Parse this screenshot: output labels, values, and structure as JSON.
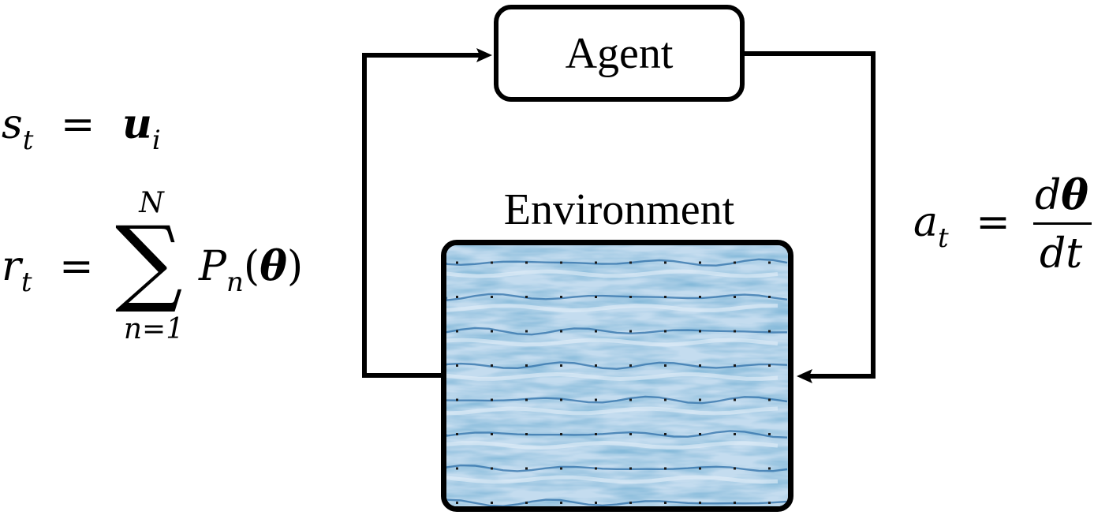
{
  "agent": {
    "label": "Agent"
  },
  "environment": {
    "title": "Environment"
  },
  "state_eq": {
    "lhs": "s",
    "lhs_sub": "t",
    "eq": "=",
    "rhs": "u",
    "rhs_sub": "i"
  },
  "reward_eq": {
    "lhs": "r",
    "lhs_sub": "t",
    "eq": "=",
    "sum": "∑",
    "upper": "N",
    "lower": "n=1",
    "term": "P",
    "term_sub": "n",
    "open": "(",
    "arg": "θ",
    "close": ")"
  },
  "action_eq": {
    "lhs": "a",
    "lhs_sub": "t",
    "eq": "=",
    "num_d": "d",
    "num_var": "θ",
    "den": "dt"
  },
  "colors": {
    "line": "#000000",
    "env_base": "#c4dcef",
    "env_dark": "#2e6fa8",
    "env_light": "#e3eff8"
  }
}
